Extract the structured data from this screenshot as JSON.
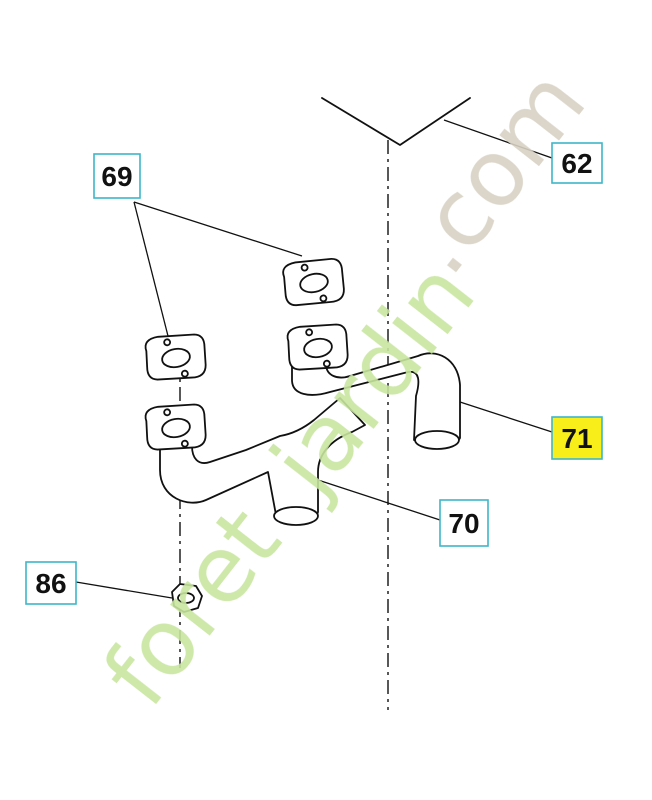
{
  "labels": {
    "p62": "62",
    "p69": "69",
    "p70": "70",
    "p71": "71",
    "p86": "86"
  },
  "highlighted_part": "71",
  "watermark": {
    "foret": "foret",
    "jardin": "jardin",
    "dotcom": ".com"
  },
  "colors": {
    "label_border": "#3fb6c9",
    "highlight": "#f7ee1a",
    "watermark_green": "#c8e6a0",
    "watermark_beige": "#d8d2c4"
  }
}
